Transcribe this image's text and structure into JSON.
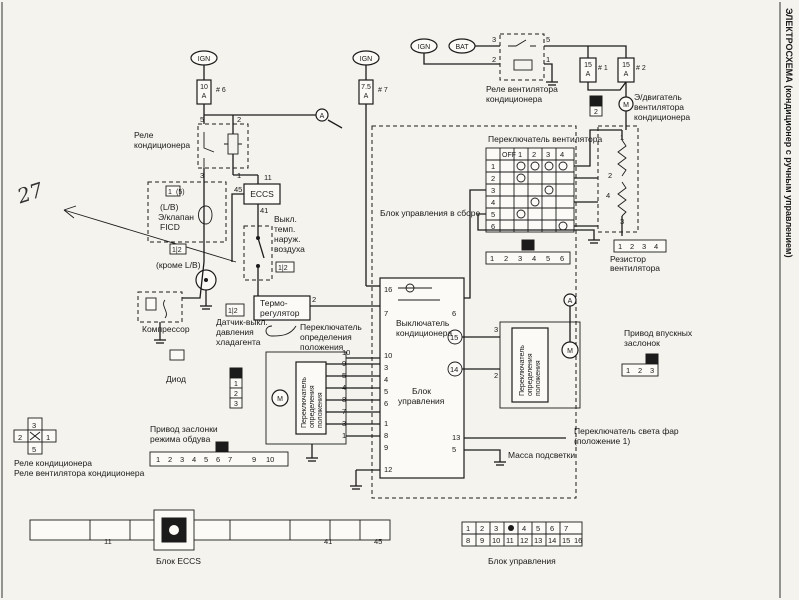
{
  "title": "ЭЛЕКТРОСХЕМА (кондиционер с ручным управлением)",
  "handwritten_note": "27",
  "supply": {
    "ign": "IGN",
    "bat": "BAT"
  },
  "fuses": [
    {
      "rating": "10\nA",
      "num": "# 6"
    },
    {
      "rating": "7.5\nA",
      "num": "# 7"
    },
    {
      "rating": "15\nA",
      "num": "# 1"
    },
    {
      "rating": "15\nA",
      "num": "# 2"
    }
  ],
  "labels": {
    "relay_ac": "Реле\nкондиционера",
    "fan_relay": "Реле вентилятора\nкондиционера",
    "fan_motor": "Э/двигатель\nвентилятора\nкондиционера",
    "fan_switch": "Переключатель вентилятора",
    "control_block": "Блок управления в сборе",
    "fan_resistor": "Резистор\nвентилятора",
    "ecu": "ECCS",
    "ficd": "(L/B)\nЭ/клапан\nFICD",
    "except_lb": "(кроме L/B)",
    "ambient_switch": "Выкл.\nтемп.\nнаруж.\nвоздуха",
    "compressor": "Компрессор",
    "pressure_sensor": "Датчик-выкл.\nдавления\nхладагента",
    "thermostat": "Термо-\nрегулятор",
    "mode_position_switch": "Переключатель\nопределения\nположения",
    "diode": "Диод",
    "ac_switch": "Выключатель\nкондиционера",
    "control_unit": "Блок\nуправления",
    "intake_actuator": "Привод впускных\nзаслонок",
    "position_switch_inner": "Переключатель\nопределения\nположения",
    "mode_actuator_inner": "Переключатель\nопределения\nположения",
    "mode_door_actuator": "Привод заслонки\nрежима обдува",
    "headlamp_switch": "Переключатель света фар\n(положение 1)",
    "illum_ground": "Масса подсветки",
    "relays_legend": "Реле кондиционера\nРеле вентилятора кондиционера",
    "ecu_connector": "Блок ECCS",
    "control_connector": "Блок управления",
    "ammeter": "A",
    "motor": "M"
  },
  "fan_switch_grid": {
    "columns": [
      "OFF",
      "1",
      "2",
      "3",
      "4"
    ],
    "rows": [
      "1",
      "2",
      "3",
      "4",
      "5",
      "6"
    ]
  },
  "fan_resistor_pins": [
    "1",
    "2",
    "3",
    "4"
  ],
  "control_block_connector": [
    "1",
    "2",
    "3",
    "4",
    "5",
    "6"
  ],
  "intake_connector": [
    "1",
    "2",
    "3"
  ],
  "mode_connector": [
    "1",
    "2",
    "3",
    "4",
    "5",
    "6",
    "7",
    "",
    "9",
    "10"
  ],
  "relay_legend_pins": [
    "3",
    "1",
    "2",
    "5"
  ],
  "diode_pins": [
    "1",
    "2",
    "3"
  ],
  "ecu_connector_pins": [
    "11",
    "41",
    "45"
  ],
  "control_connector_rows": [
    [
      "1",
      "2",
      "3",
      "",
      "4",
      "5",
      "6",
      "7"
    ],
    [
      "8",
      "9",
      "10",
      "11",
      "12",
      "13",
      "14",
      "15",
      "16"
    ]
  ],
  "control_unit_pins_left": [
    "16",
    "7",
    "10",
    "3",
    "4",
    "5",
    "6",
    "1",
    "8",
    "9",
    "12"
  ],
  "control_unit_pins_right": [
    "6",
    "15",
    "14",
    "13",
    "5"
  ],
  "wire_numbers": [
    "5",
    "3",
    "1",
    "2",
    "11",
    "45",
    "41",
    "2",
    "3",
    "1",
    "5",
    "2",
    "1",
    "3",
    "4",
    "6",
    "2",
    "1",
    "2"
  ]
}
